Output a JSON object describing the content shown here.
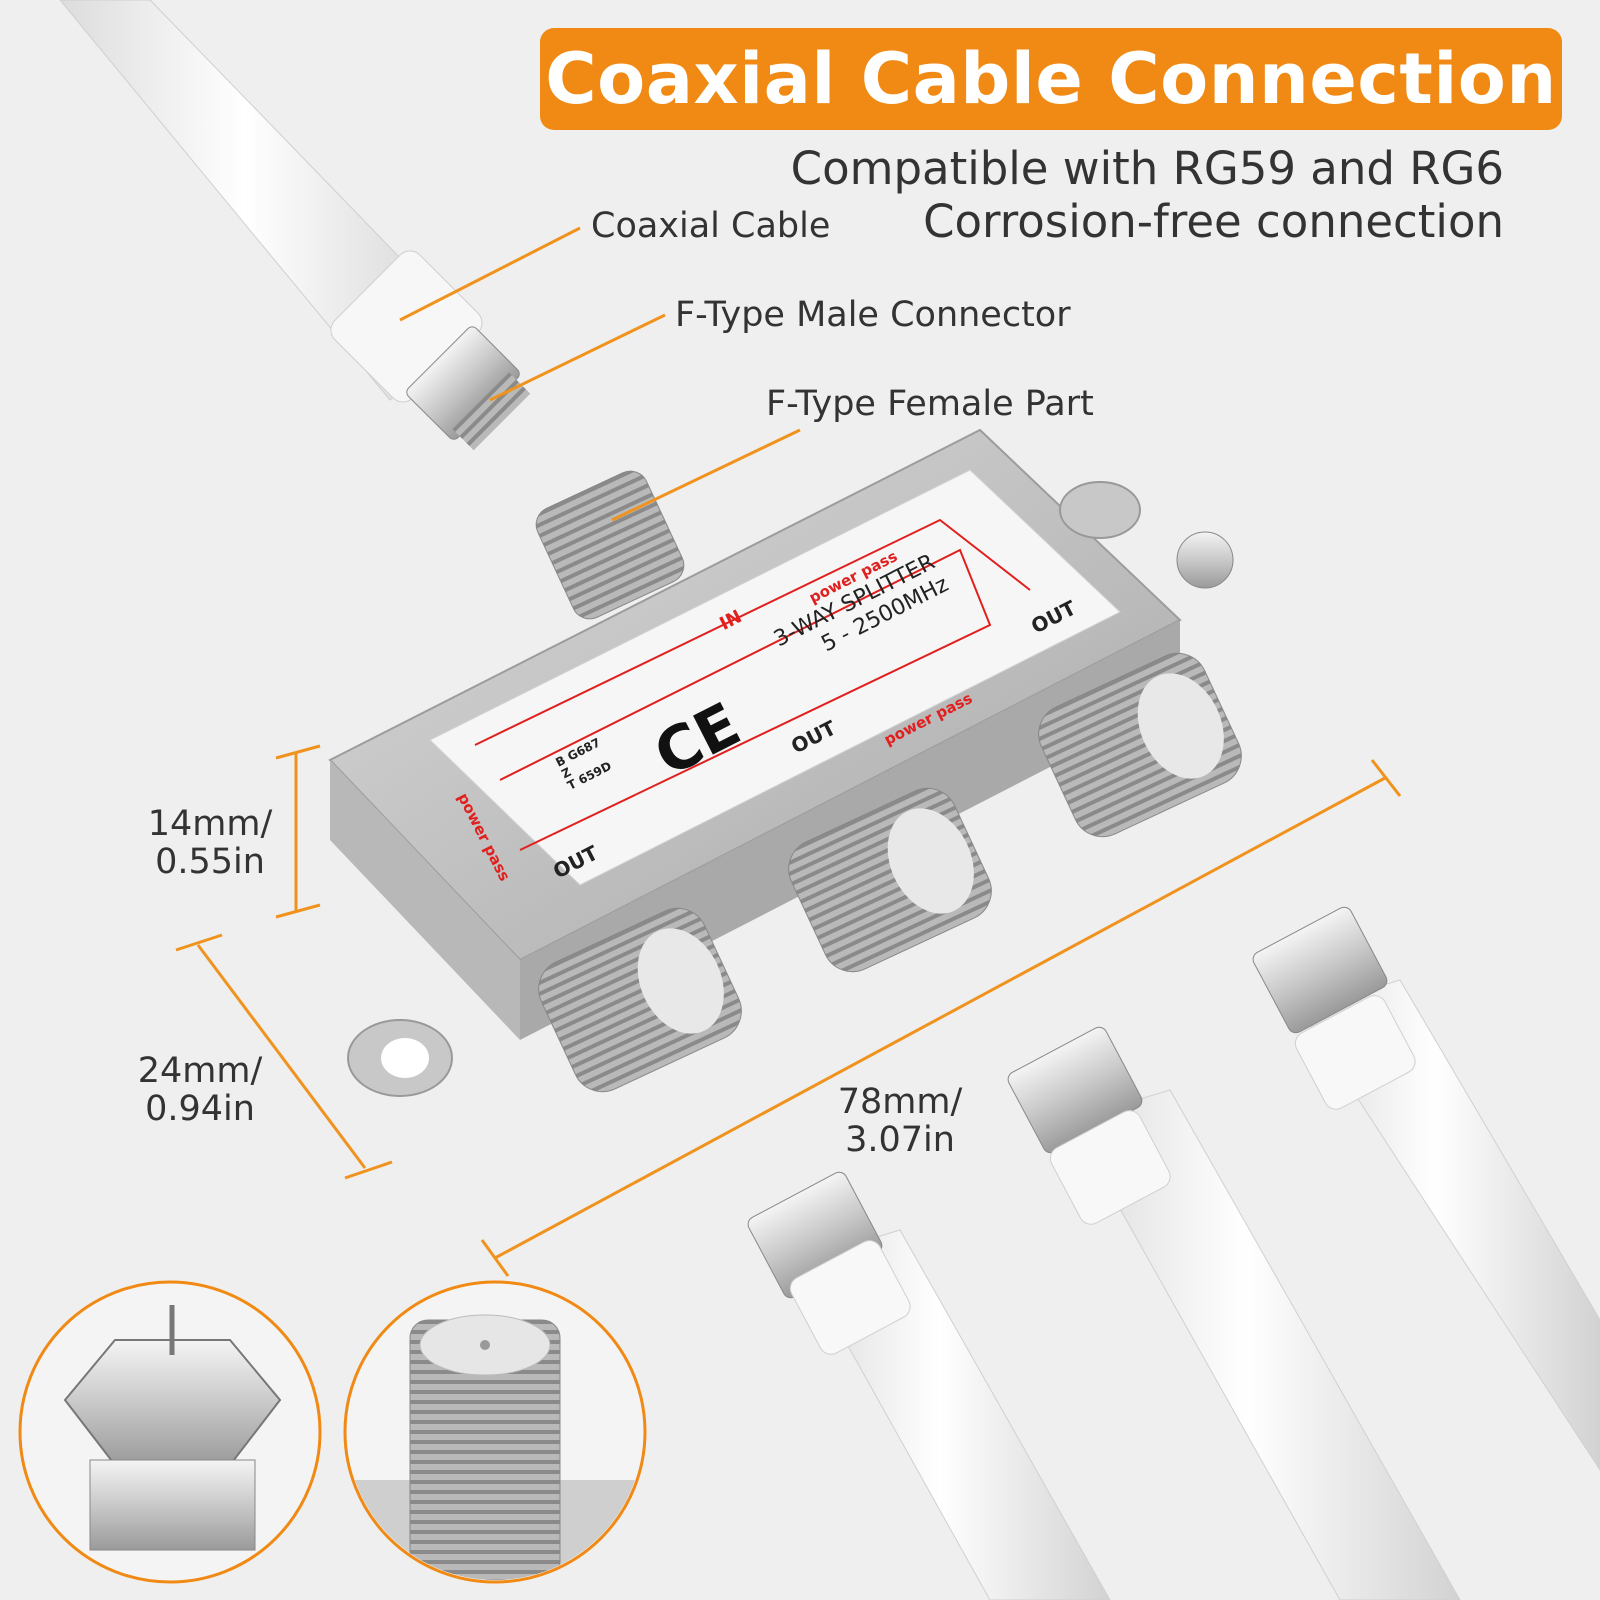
{
  "banner": {
    "title": "Coaxial Cable Connection"
  },
  "subtitles": {
    "line1": "Compatible with RG59 and RG6",
    "line2": "Corrosion-free connection"
  },
  "callouts": {
    "coaxial_cable": "Coaxial Cable",
    "male_connector": "F-Type Male Connector",
    "female_part": "F-Type Female Part"
  },
  "dimensions": {
    "height": "14mm/\n0.55in",
    "depth": "24mm/\n0.94in",
    "length": "78mm/\n3.07in"
  },
  "splitter_label": {
    "name": "3-WAY SPLITTER",
    "range": "5 - 2500MHz",
    "ce": "CE",
    "in": "IN",
    "out": "OUT",
    "power_pass": "power pass",
    "cert_line1": "B G687",
    "cert_line2": "Z",
    "cert_line3": "T 659D"
  },
  "colors": {
    "accent": "#f08a14",
    "leader_line": "#f0931e",
    "label_red": "#e0201e",
    "background": "#efefef"
  }
}
